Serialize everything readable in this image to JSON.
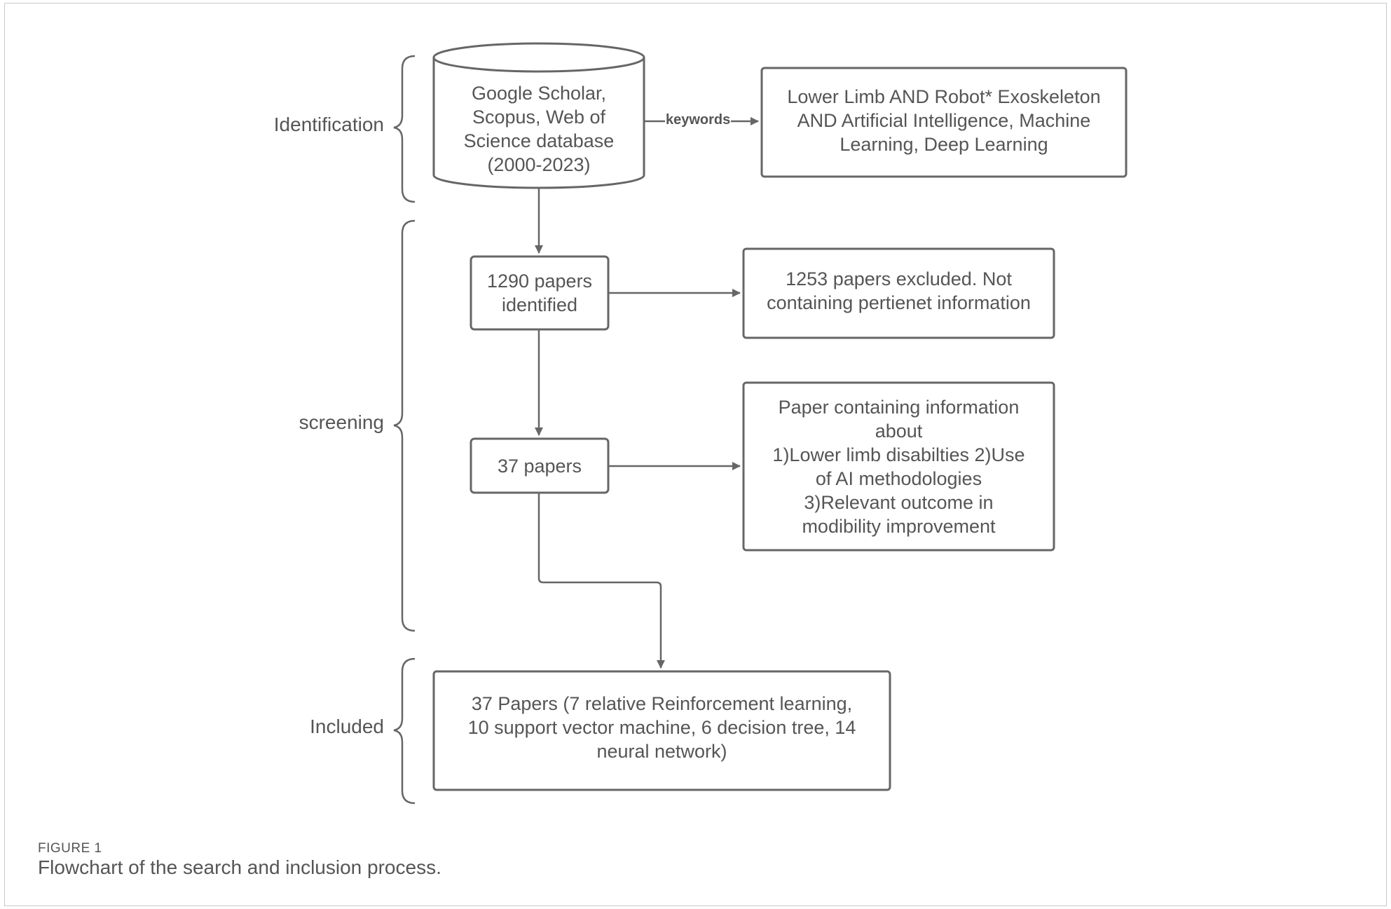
{
  "stages": [
    {
      "id": "identification",
      "label": "Identification"
    },
    {
      "id": "screening",
      "label": "screening"
    },
    {
      "id": "included",
      "label": "Included"
    }
  ],
  "nodes": {
    "database": "Google Scholar,\nScopus, Web of\nScience database\n(2000-2023)",
    "keywords_box": "Lower Limb AND Robot* Exoskeleton\nAND Artificial Intelligence, Machine\nLearning, Deep Learning",
    "identified": "1290 papers\nidentified",
    "excluded": "1253 papers excluded. Not\ncontaining pertienet information",
    "papers37": "37 papers",
    "criteria": "Paper containing information\nabout\n1)Lower limb disabilties 2)Use\nof AI methodologies\n3)Relevant outcome in\nmodibility improvement",
    "included": "37 Papers (7 relative Reinforcement learning,\n10 support vector machine, 6 decision tree, 14\nneural network)"
  },
  "edges": {
    "keywords_label": "keywords"
  },
  "caption": {
    "label": "FIGURE 1",
    "text": "Flowchart of the search and inclusion process."
  },
  "colors": {
    "stroke": "#666666",
    "text": "#555555",
    "frame": "#c9c9c9"
  }
}
